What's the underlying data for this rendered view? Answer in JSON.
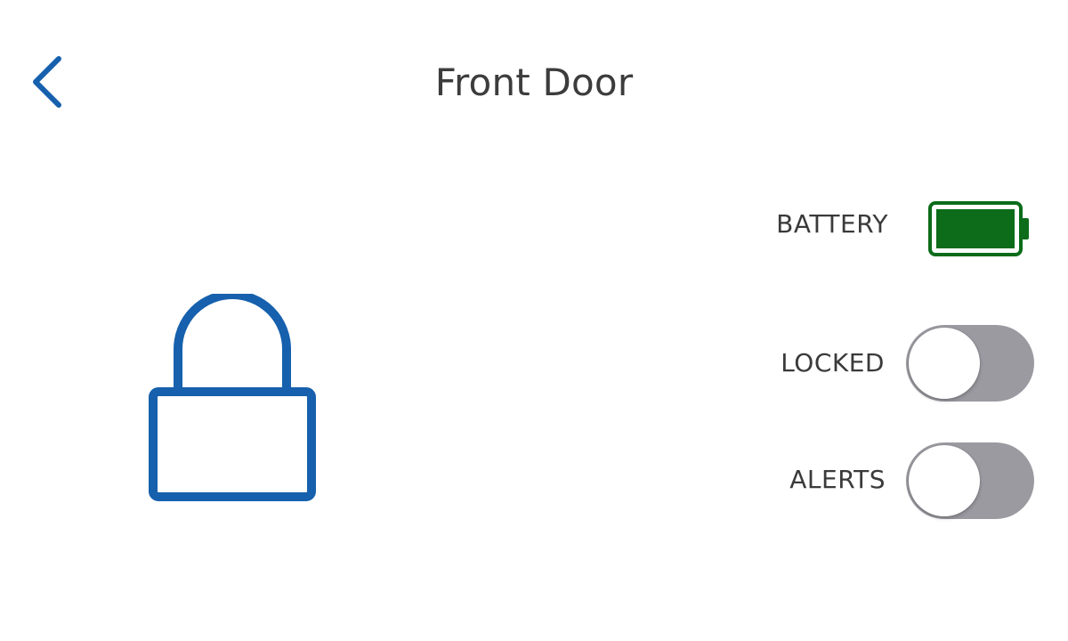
{
  "header": {
    "title": "Front Door",
    "back_icon": "chevron-left-icon"
  },
  "lock": {
    "icon": "padlock-icon",
    "color": "#1660ad"
  },
  "controls": {
    "battery": {
      "label": "BATTERY",
      "icon": "battery-full-icon",
      "level": 1.0,
      "color": "#0c6c1a"
    },
    "locked": {
      "label": "LOCKED",
      "state": "off"
    },
    "alerts": {
      "label": "ALERTS",
      "state": "off"
    }
  },
  "colors": {
    "accent": "#1660ad",
    "toggle_off": "#9b9aa1",
    "text": "#3c3c3c"
  }
}
